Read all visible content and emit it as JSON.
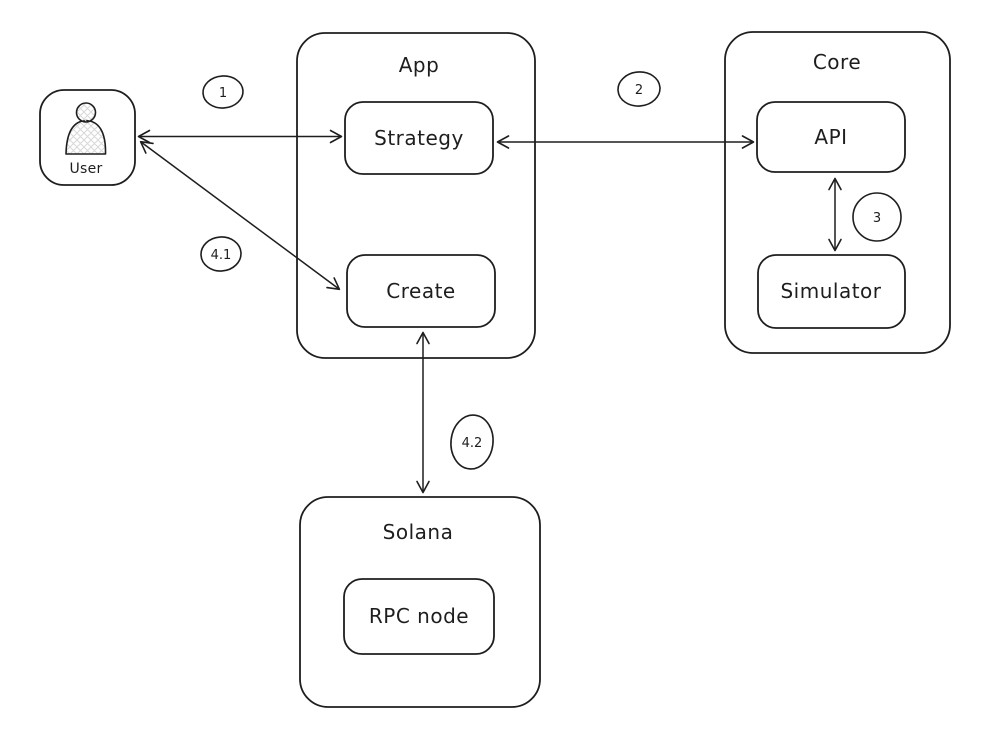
{
  "diagram": {
    "type": "flow-diagram",
    "style": "hand-drawn",
    "stroke_color": "#1e1e1e",
    "background_color": "#ffffff",
    "hatch_color": "#d8d8d8"
  },
  "nodes": {
    "user": {
      "label": "User",
      "icon": "person-icon"
    },
    "app": {
      "label": "App"
    },
    "strategy": {
      "label": "Strategy"
    },
    "create": {
      "label": "Create"
    },
    "core": {
      "label": "Core"
    },
    "api": {
      "label": "API"
    },
    "simulator": {
      "label": "Simulator"
    },
    "solana": {
      "label": "Solana"
    },
    "rpc_node": {
      "label": "RPC node"
    }
  },
  "steps": {
    "s1": {
      "label": "1"
    },
    "s2": {
      "label": "2"
    },
    "s3": {
      "label": "3"
    },
    "s4_1": {
      "label": "4.1"
    },
    "s4_2": {
      "label": "4.2"
    }
  },
  "connections": [
    {
      "step": "1",
      "from": "User",
      "to": "Strategy",
      "bidirectional": true
    },
    {
      "step": "2",
      "from": "Strategy",
      "to": "API",
      "bidirectional": true
    },
    {
      "step": "3",
      "from": "API",
      "to": "Simulator",
      "bidirectional": true
    },
    {
      "step": "4.1",
      "from": "User",
      "to": "Create",
      "bidirectional": true
    },
    {
      "step": "4.2",
      "from": "Create",
      "to": "Solana",
      "bidirectional": true
    }
  ]
}
